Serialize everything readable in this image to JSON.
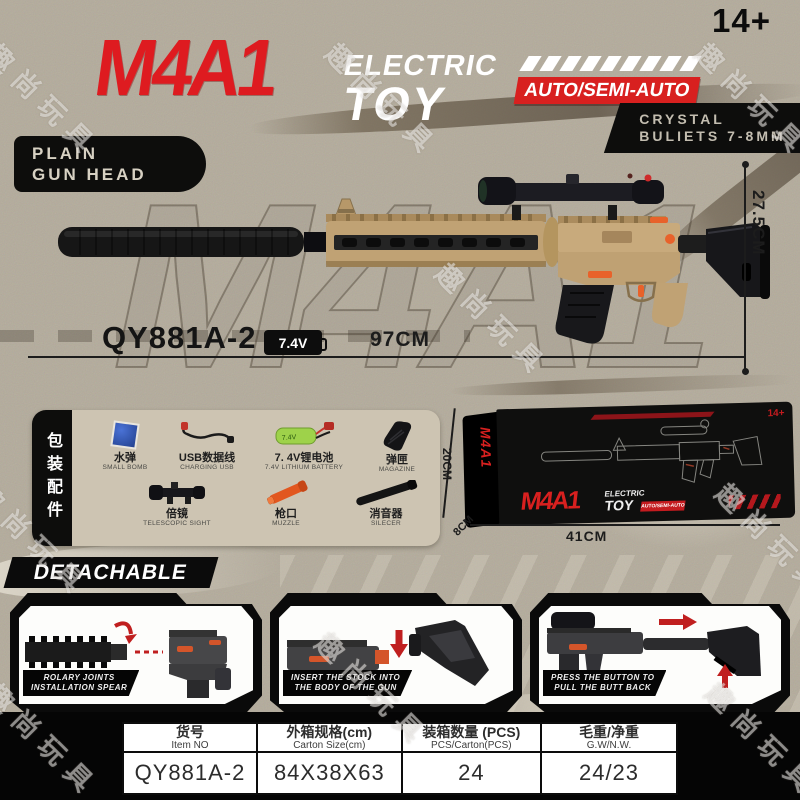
{
  "page": {
    "age_rating": "14+",
    "watermark": "趣尚玩具"
  },
  "header": {
    "title": "M4A1",
    "subtitle_line1": "ELECTRIC",
    "subtitle_line2": "TOY",
    "mode_badge": "AUTO/SEMI-AUTO",
    "feature_left_line1": "PLAIN",
    "feature_left_line2": "GUN HEAD",
    "feature_right_line1": "CRYSTAL",
    "feature_right_line2": "BULIETS 7-8MM"
  },
  "product": {
    "model": "QY881A-2",
    "voltage": "7.4V",
    "length_label": "97CM",
    "height_label": "27.5CM",
    "ghost_text": "M4A1"
  },
  "accessories": {
    "panel_title": "包装配件",
    "items": [
      {
        "cn": "水弹",
        "en": "SMALL BOMB"
      },
      {
        "cn": "USB数据线",
        "en": "CHARGING USB"
      },
      {
        "cn": "7. 4V锂电池",
        "en": "7.4V LITHIUM BATTERY"
      },
      {
        "cn": "弹匣",
        "en": "MAGAZINE"
      },
      {
        "cn": "倍镜",
        "en": "TELESCOPIC SIGHT"
      },
      {
        "cn": "枪口",
        "en": "MUZZLE"
      },
      {
        "cn": "消音器",
        "en": "SILECER"
      }
    ]
  },
  "box": {
    "side_text": "M4A1",
    "age": "14+",
    "logo_title": "M4A1",
    "logo_sub1": "ELECTRIC",
    "logo_sub2": "TOY",
    "logo_band": "AUTO/SEMI-AUTO",
    "dim_height": "20CM",
    "dim_depth": "8CM",
    "dim_width": "41CM"
  },
  "detachable": {
    "banner": "DETACHABLE",
    "steps": [
      {
        "caption_line1": "ROLARY JOINTS",
        "caption_line2": "INSTALLATION SPEAR"
      },
      {
        "caption_line1": "INSERT THE STOCK INTO",
        "caption_line2": "THE BODY OF THE GUN"
      },
      {
        "caption_line1": "PRESS THE BUTTON TO",
        "caption_line2": "PULL THE BUTT BACK"
      }
    ]
  },
  "spec_table": {
    "headers": [
      {
        "cn": "货号",
        "en": "Item NO"
      },
      {
        "cn": "外箱规格(cm)",
        "en": "Carton Size(cm)"
      },
      {
        "cn": "装箱数量 (PCS)",
        "en": "PCS/Carton(PCS)"
      },
      {
        "cn": "毛重/净重",
        "en": "G.W/N.W."
      }
    ],
    "values": [
      "QY881A-2",
      "84X38X63",
      "24",
      "24/23"
    ]
  },
  "colors": {
    "background": "#b3ab9b",
    "accent_red": "#d8201f",
    "badge_black": "#0d0d0c",
    "panel_beige": "#cdc4b2",
    "gun_tan": "#c0a274",
    "orange_accent": "#e8622a"
  }
}
